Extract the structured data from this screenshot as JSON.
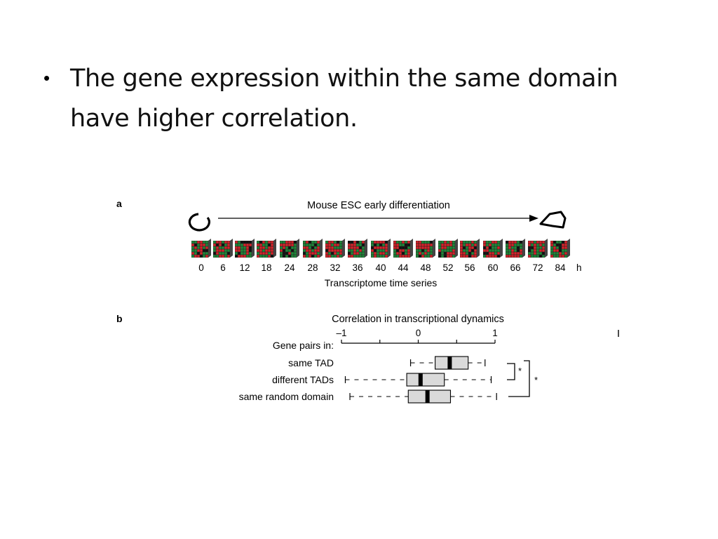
{
  "slide": {
    "bullet_lines": [
      "The gene expression within the same domain",
      "have higher correlation."
    ]
  },
  "figure": {
    "panel_a": {
      "label": "a",
      "title": "Mouse ESC early differentiation",
      "time_points": [
        "0",
        "6",
        "12",
        "18",
        "24",
        "28",
        "32",
        "36",
        "40",
        "44",
        "48",
        "52",
        "56",
        "60",
        "66",
        "72",
        "84"
      ],
      "time_unit": "h",
      "xlabel": "Transcriptome time series",
      "colors": {
        "red": "#d8232a",
        "green": "#1f8a3a",
        "black": "#111111"
      }
    },
    "panel_b": {
      "label": "b",
      "ticks_note": "*",
      "sig_left": "*",
      "sig_right": "*"
    }
  },
  "chart_data": {
    "type": "box",
    "title": "Correlation in transcriptional dynamics",
    "row_header": "Gene pairs in:",
    "xlim": [
      -1,
      1
    ],
    "ticks": [
      {
        "value": -1,
        "label": "–1"
      },
      {
        "value": -0.5,
        "label": ""
      },
      {
        "value": 0,
        "label": "0"
      },
      {
        "value": 0.5,
        "label": ""
      },
      {
        "value": 1,
        "label": "1"
      }
    ],
    "series": [
      {
        "name": "same TAD",
        "whisker_low": -0.1,
        "q1": 0.22,
        "median": 0.41,
        "q3": 0.65,
        "whisker_high": 0.87
      },
      {
        "name": "different TADs",
        "whisker_low": -0.95,
        "q1": -0.15,
        "median": 0.03,
        "q3": 0.34,
        "whisker_high": 0.95
      },
      {
        "name": "same  random domain",
        "whisker_low": -0.89,
        "q1": -0.13,
        "median": 0.12,
        "q3": 0.42,
        "whisker_high": 1.02
      }
    ]
  }
}
